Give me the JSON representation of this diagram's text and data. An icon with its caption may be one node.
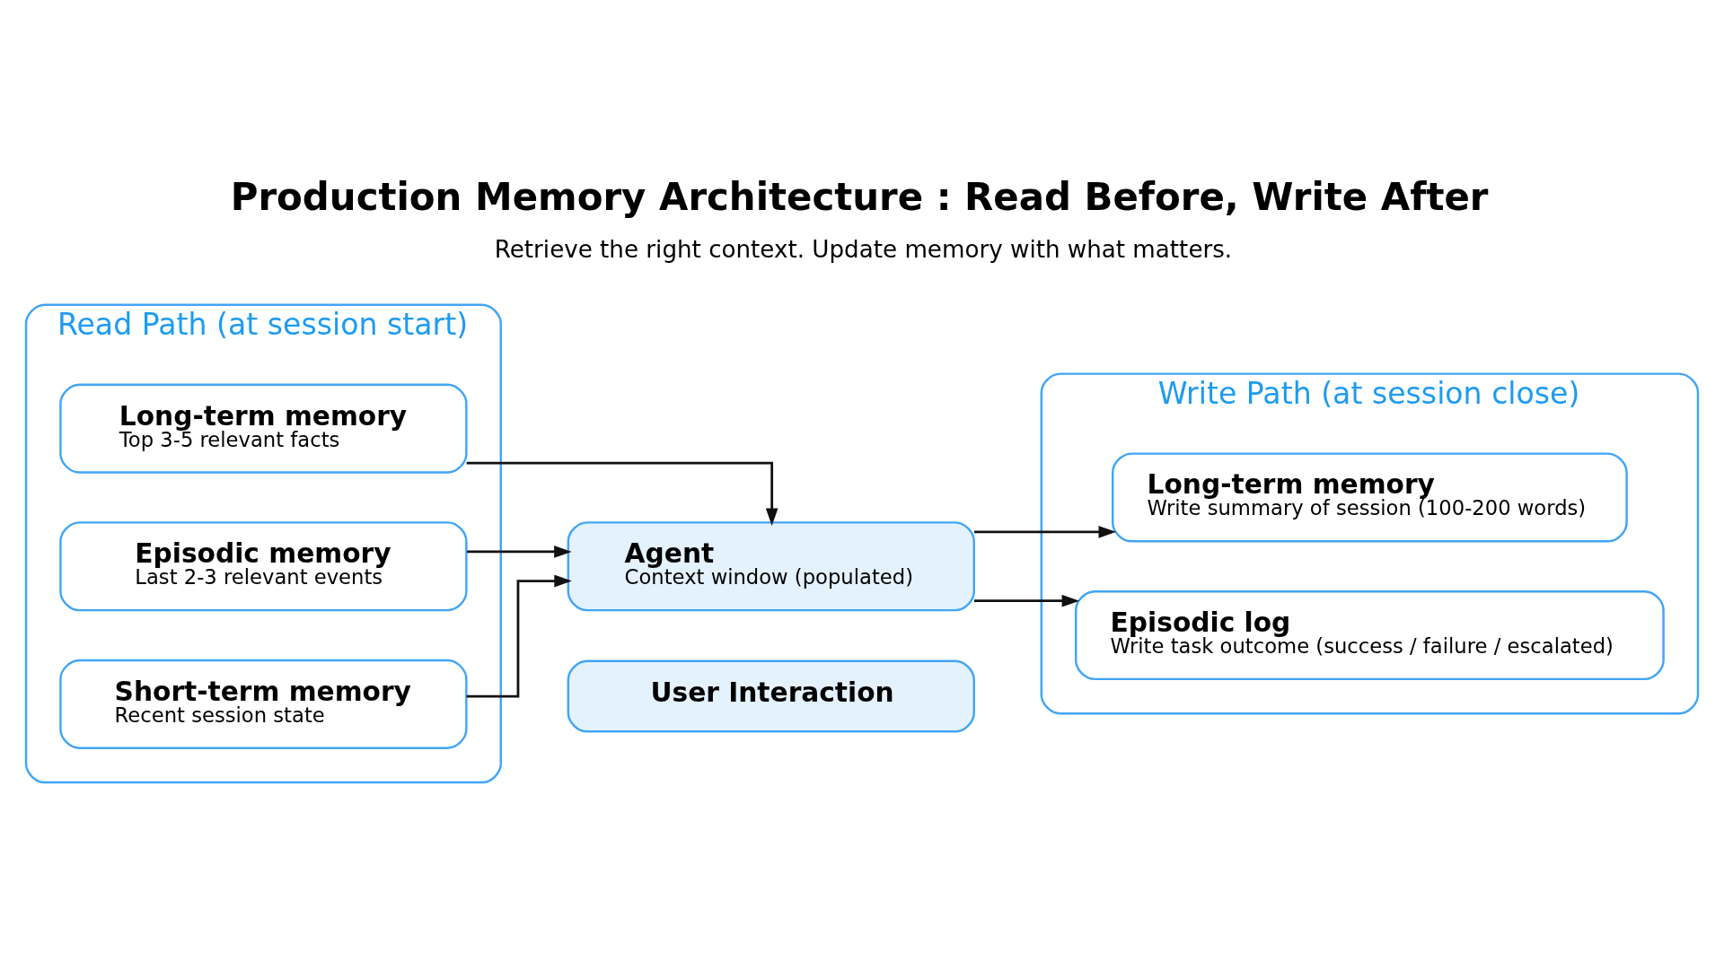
{
  "diagram": {
    "title": "Production Memory Architecture : Read Before, Write After",
    "caption": "Retrieve the right context. Update memory with what matters.",
    "nodes": [
      {
        "text": [
          "Read Path (at session start)"
        ]
      },
      {
        "text": [
          "Long-term memory",
          "Top 3-5 relevant facts"
        ],
        "in": 0
      },
      {
        "text": [
          "Episodic memory",
          "Last 2-3 relevant events"
        ],
        "in": 0
      },
      {
        "text": [
          "Short-term memory",
          "Recent session state"
        ],
        "in": 0
      },
      {
        "text": [
          "Agent",
          "Context window (populated)"
        ]
      },
      {
        "text": [
          "User Interaction"
        ]
      },
      {
        "text": [
          "Write Path (at session close)"
        ]
      },
      {
        "text": [
          "Long-term memory",
          "Write summary of session (100-200 words)"
        ],
        "in": 6
      },
      {
        "text": [
          "Episodic log",
          "Write task outcome (success / failure / escalated)"
        ],
        "in": 6
      }
    ],
    "edges": [
      {
        "from": 1,
        "to": 4,
        "arrow": "to"
      },
      {
        "from": 2,
        "to": 4,
        "arrow": "to"
      },
      {
        "from": 3,
        "to": 4,
        "arrow": "to"
      },
      {
        "from": 4,
        "to": 7,
        "arrow": "to"
      },
      {
        "from": 4,
        "to": 8,
        "arrow": "to"
      }
    ]
  }
}
